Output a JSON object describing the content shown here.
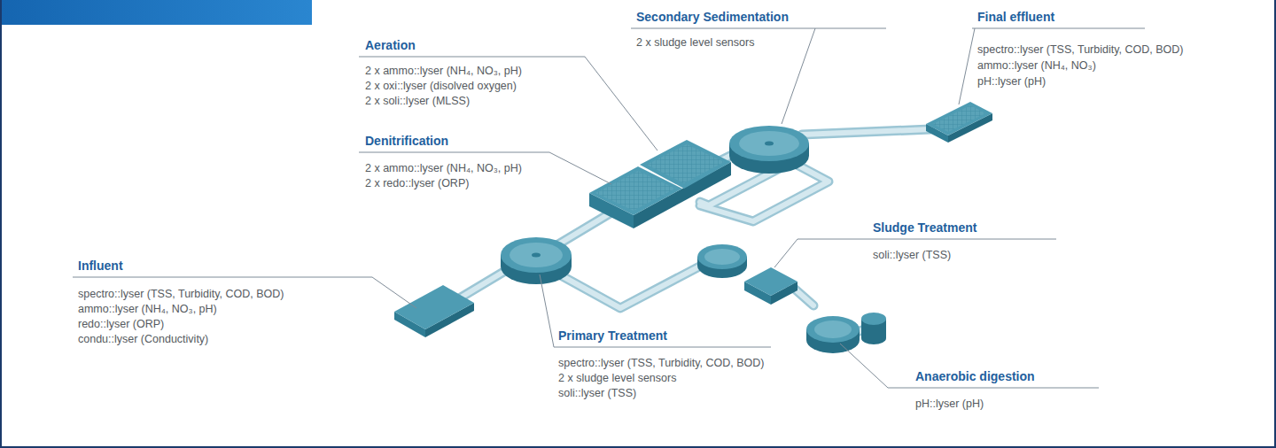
{
  "diagram": {
    "labels": [
      "Secondary Sedimentation",
      "2 x sludge level sensors",
      "Final effluent",
      "spectro::lyser (TSS, Turbidity, COD, BOD)",
      "ammo::lyser (NH₄, NO₃)",
      "pH::lyser (pH)",
      "Aeration",
      "2 x ammo::lyser (NH₄, NO₃, pH)",
      "2 x oxi::lyser (disolved oxygen)",
      "2 x soli::lyser (MLSS)",
      "Denitrification",
      "2 x ammo::lyser (NH₄, NO₃, pH)",
      "2 x redo::lyser (ORP)",
      "Sludge Treatment",
      "soli::lyser (TSS)",
      "Influent",
      "spectro::lyser (TSS, Turbidity, COD, BOD)",
      "ammo::lyser (NH₄, NO₃, pH)",
      "redo::lyser (ORP)",
      "condu::lyser (Conductivity)",
      "Primary Treatment",
      "spectro::lyser (TSS, Turbidity, COD, BOD)",
      "2 x sludge level sensors",
      "soli::lyser (TSS)",
      "Anaerobic digestion",
      "pH::lyser (pH)"
    ]
  }
}
